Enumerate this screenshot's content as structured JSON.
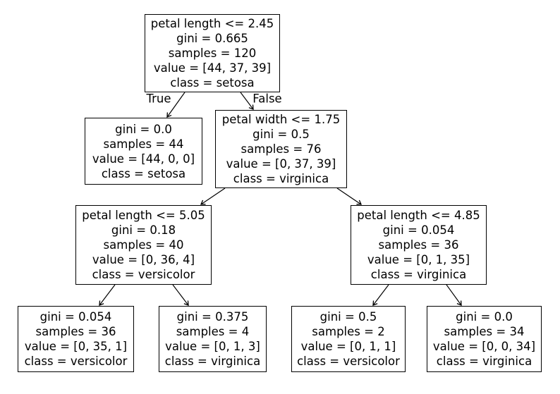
{
  "figure": {
    "background": "#ffffff",
    "node_fill": "#ffffff",
    "node_border": "#000000",
    "text_color": "#000000",
    "arrow_color": "#000000"
  },
  "edge_labels": {
    "left": "True",
    "right": "False"
  },
  "nodes": {
    "root": {
      "lines": [
        "petal length <= 2.45",
        "gini = 0.665",
        "samples = 120",
        "value = [44, 37, 39]",
        "class = setosa"
      ]
    },
    "setosa_leaf": {
      "lines": [
        "gini = 0.0",
        "samples = 44",
        "value = [44, 0, 0]",
        "class = setosa"
      ]
    },
    "petal_width_split": {
      "lines": [
        "petal width <= 1.75",
        "gini = 0.5",
        "samples = 76",
        "value = [0, 37, 39]",
        "class = virginica"
      ]
    },
    "petal_length_505_split": {
      "lines": [
        "petal length <= 5.05",
        "gini = 0.18",
        "samples = 40",
        "value = [0, 36, 4]",
        "class = versicolor"
      ]
    },
    "petal_length_485_split": {
      "lines": [
        "petal length <= 4.85",
        "gini = 0.054",
        "samples = 36",
        "value = [0, 1, 35]",
        "class = virginica"
      ]
    },
    "leaf_versicolor_36": {
      "lines": [
        "gini = 0.054",
        "samples = 36",
        "value = [0, 35, 1]",
        "class = versicolor"
      ]
    },
    "leaf_virginica_4": {
      "lines": [
        "gini = 0.375",
        "samples = 4",
        "value = [0, 1, 3]",
        "class = virginica"
      ]
    },
    "leaf_versicolor_2": {
      "lines": [
        "gini = 0.5",
        "samples = 2",
        "value = [0, 1, 1]",
        "class = versicolor"
      ]
    },
    "leaf_virginica_34": {
      "lines": [
        "gini = 0.0",
        "samples = 34",
        "value = [0, 0, 34]",
        "class = virginica"
      ]
    }
  }
}
